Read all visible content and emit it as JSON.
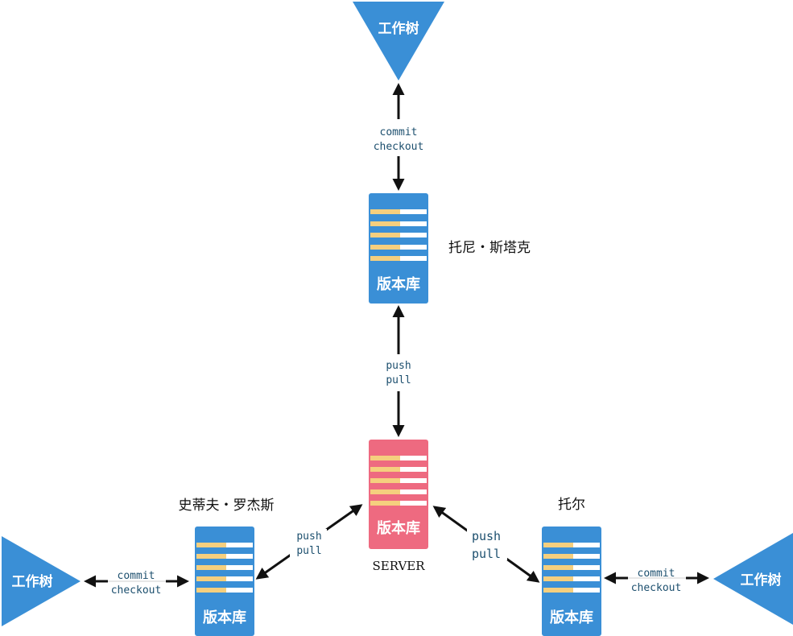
{
  "colors": {
    "repo": "#3a8fd6",
    "server": "#ee6a80",
    "stripe_yellow": "#f5cf7e",
    "stripe_white": "#ffffff",
    "arrow": "#111111",
    "op_text": "#1c4f6e"
  },
  "labels": {
    "worktree": "工作树",
    "repo": "版本库",
    "server": "SERVER",
    "commit": "commit",
    "checkout": "checkout",
    "push": "push",
    "pull": "pull"
  },
  "people": {
    "top": "托尼・斯塔克",
    "left": "史蒂夫・罗杰斯",
    "right": "托尔"
  }
}
